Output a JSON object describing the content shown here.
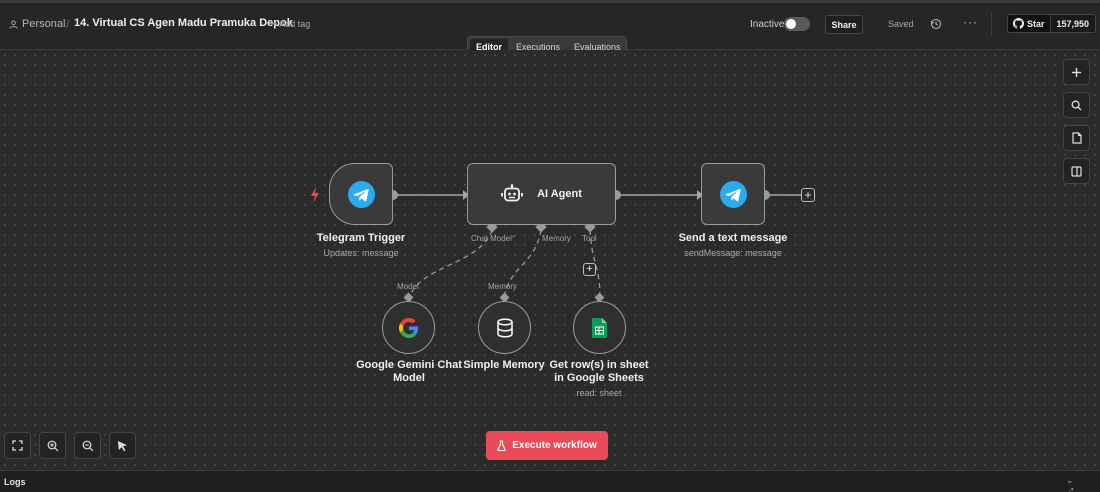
{
  "header": {
    "breadcrumb_root": "Personal",
    "breadcrumb_sep": "/",
    "workflow_title": "14. Virtual CS Agen Madu Pramuka Depok",
    "add_tag": "+ Add tag",
    "status_label": "Inactive",
    "share_label": "Share",
    "saved_label": "Saved",
    "more_label": "···",
    "github_star_label": "Star",
    "github_star_count": "157,950"
  },
  "tabs": [
    {
      "label": "Editor",
      "active": true
    },
    {
      "label": "Executions",
      "active": false
    },
    {
      "label": "Evaluations",
      "active": false
    }
  ],
  "nodes": {
    "trigger": {
      "title": "Telegram Trigger",
      "subtitle": "Updates: message",
      "icon": "telegram-icon"
    },
    "agent": {
      "title": "AI Agent",
      "icon": "robot-icon"
    },
    "send": {
      "title": "Send a text message",
      "subtitle": "sendMessage: message",
      "icon": "telegram-icon"
    },
    "gemini": {
      "title_line1": "Google Gemini Chat",
      "title_line2": "Model",
      "icon": "google-icon"
    },
    "memory": {
      "title": "Simple Memory",
      "icon": "database-icon"
    },
    "sheets": {
      "title_line1": "Get row(s) in sheet",
      "title_line2": "in Google Sheets",
      "subtitle": "read: sheet",
      "icon": "google-sheets-icon"
    }
  },
  "ports": {
    "chat_model": "Chat Model",
    "required_mark": "*",
    "memory": "Memory",
    "tool": "Tool",
    "model_in": "Model",
    "memory_in": "Memory"
  },
  "actions": {
    "execute_label": "Execute workflow"
  },
  "logs": {
    "label": "Logs",
    "icons": "⌄ ⤢"
  },
  "colors": {
    "accent": "#ea4b58",
    "telegram": "#2aabee",
    "canvas": "#2b2b2b"
  }
}
